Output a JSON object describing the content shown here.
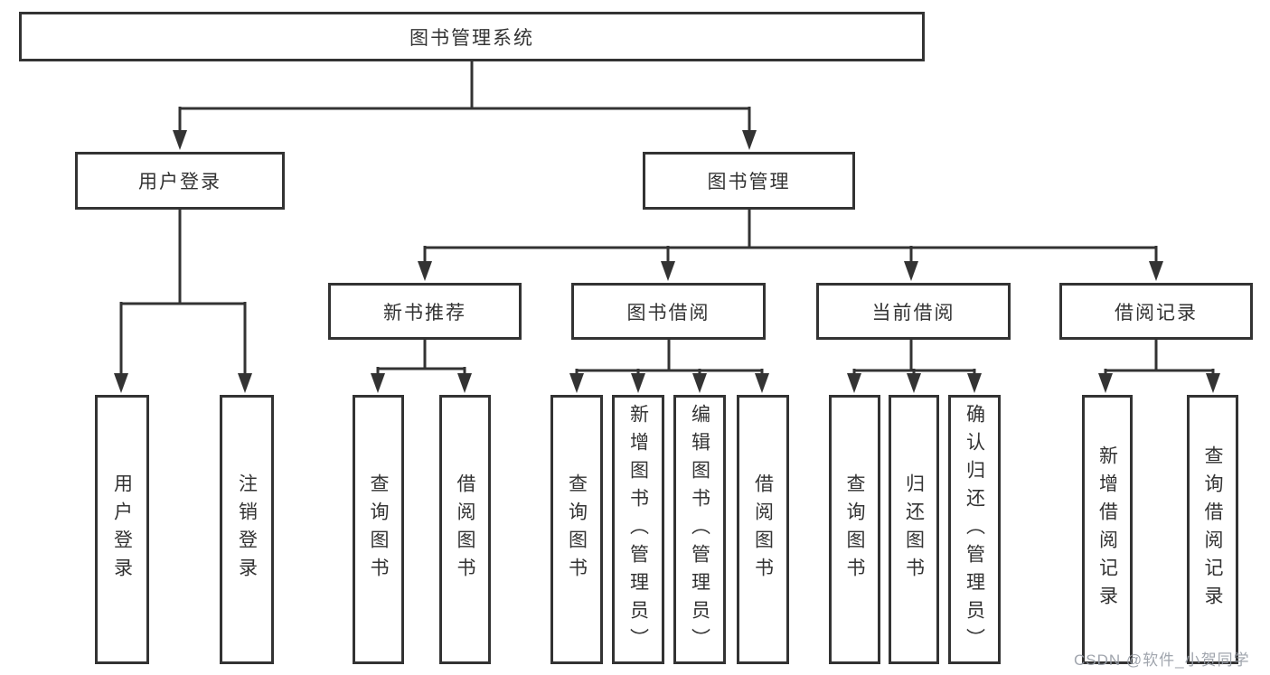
{
  "tree": {
    "root": {
      "label": "图书管理系统"
    },
    "level2": [
      {
        "label": "用户登录"
      },
      {
        "label": "图书管理"
      }
    ],
    "level3": [
      {
        "label": "新书推荐"
      },
      {
        "label": "图书借阅"
      },
      {
        "label": "当前借阅"
      },
      {
        "label": "借阅记录"
      }
    ],
    "leaves": [
      {
        "label": "用户登录"
      },
      {
        "label": "注销登录"
      },
      {
        "label": "查询图书"
      },
      {
        "label": "借阅图书"
      },
      {
        "label": "查询图书"
      },
      {
        "label": "新增图书（管理员）"
      },
      {
        "label": "编辑图书（管理员）"
      },
      {
        "label": "借阅图书"
      },
      {
        "label": "查询图书"
      },
      {
        "label": "归还图书"
      },
      {
        "label": "确认归还（管理员）"
      },
      {
        "label": "新增借阅记录"
      },
      {
        "label": "查询借阅记录"
      }
    ]
  },
  "watermark": {
    "text": "CSDN @软件_小贺同学"
  },
  "colors": {
    "line": "#333333",
    "box_border": "#333333",
    "text": "#333333",
    "background": "#ffffff",
    "watermark": "#989da6"
  }
}
